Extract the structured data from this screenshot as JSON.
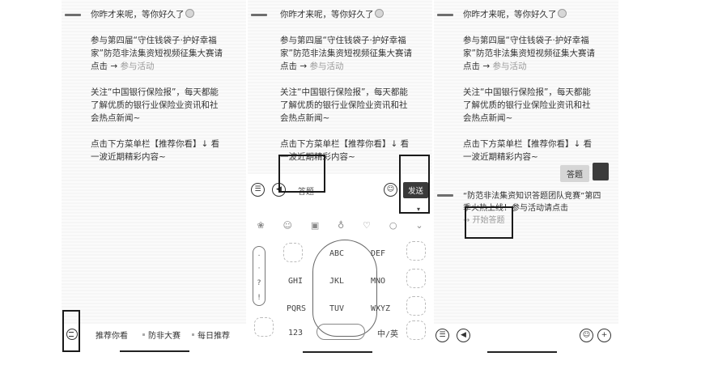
{
  "chat": {
    "greeting": "你昨才来呢，等你好久了",
    "paragraph1": "参与第四届“守住钱袋子·护好幸福家”防范非法集资短视频征集大赛请点击 →",
    "paragraph1_link": "参与活动",
    "paragraph2": "关注“中国银行保险报”，每天都能了解优质的银行业保险业资讯和社会热点新闻~",
    "paragraph3": "点击下方菜单栏【推荐你看】↓ 看一波近期精彩内容~"
  },
  "panel1": {
    "menu": {
      "keyboard_toggle_icon": "keyboard-toggle-icon",
      "items": [
        {
          "label": "推荐你看"
        },
        {
          "label": "防非大赛"
        },
        {
          "label": "每日推荐"
        }
      ]
    }
  },
  "panel2": {
    "input": {
      "menu_icon": "menu-lines-icon",
      "voice_icon": "voice-icon",
      "text": "答题",
      "emoji_icon": "emoji-icon",
      "send_label": "发送"
    },
    "keyboard_toolbar": [
      "sticker-icon",
      "smiley-icon",
      "clipboard-icon",
      "mic-icon",
      "skin-icon",
      "search-icon",
      "collapse-icon"
    ],
    "keyboard": {
      "keys": [
        "ABC",
        "DEF",
        "GHI",
        "JKL",
        "MNO",
        "PQRS",
        "TUV",
        "WXYZ"
      ],
      "punctuation": [
        ".",
        "·",
        "?",
        "!"
      ],
      "num_key": "123",
      "lang_key": "中/英"
    }
  },
  "panel3": {
    "user_message": "答题",
    "reply": {
      "line1": "“防范非法集资知识答题团队竞赛”第四季火热上线！参与活动请点击",
      "link": "→ 开始答题"
    },
    "input": {
      "menu_icon": "menu-lines-icon",
      "voice_icon": "voice-icon",
      "emoji_icon": "emoji-icon",
      "plus_icon": "plus-icon"
    }
  }
}
